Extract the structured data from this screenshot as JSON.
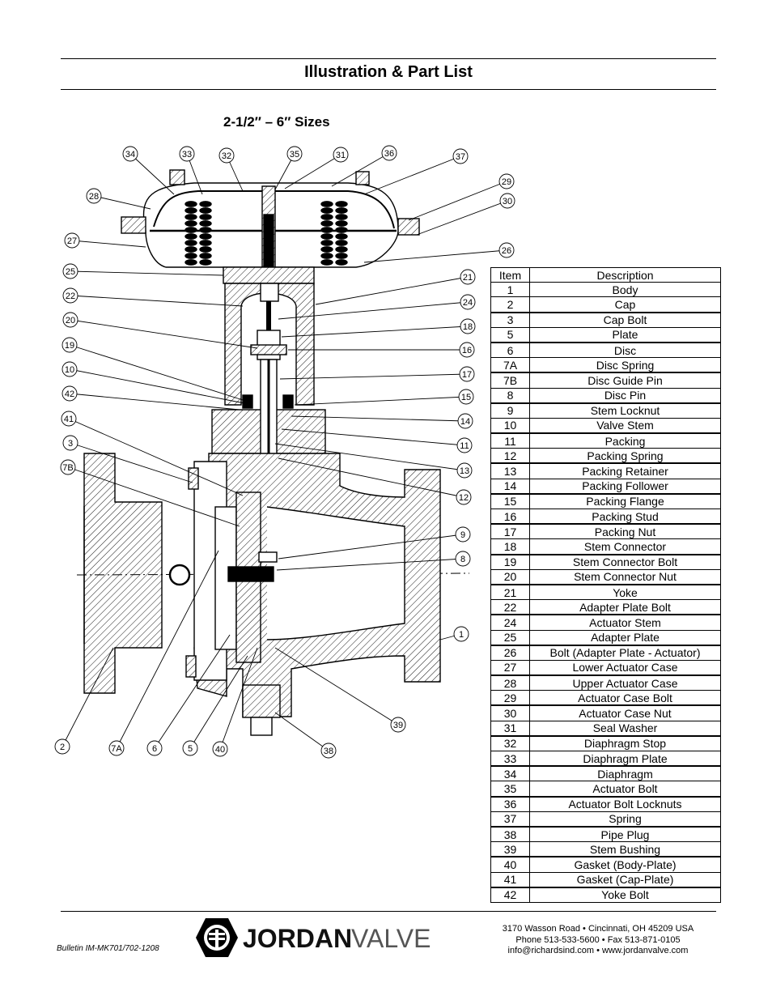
{
  "header": {
    "title": "Illustration & Part List"
  },
  "subtitle": "2-1/2″ – 6″ Sizes",
  "diagram": {
    "callouts": [
      "34",
      "33",
      "32",
      "35",
      "31",
      "36",
      "37",
      "28",
      "29",
      "30",
      "27",
      "26",
      "25",
      "21",
      "22",
      "24",
      "20",
      "18",
      "19",
      "16",
      "10",
      "17",
      "42",
      "15",
      "14",
      "41",
      "11",
      "3",
      "13",
      "7B",
      "12",
      "9",
      "8",
      "1",
      "39",
      "2",
      "7A",
      "6",
      "5",
      "40",
      "38"
    ]
  },
  "parts_table": {
    "headers": [
      "Item",
      "Description"
    ],
    "rows": [
      {
        "item": "1",
        "desc": "Body"
      },
      {
        "item": "2",
        "desc": "Cap"
      },
      {
        "item": "3",
        "desc": "Cap Bolt"
      },
      {
        "item": "5",
        "desc": "Plate"
      },
      {
        "item": "6",
        "desc": "Disc"
      },
      {
        "item": "7A",
        "desc": "Disc Spring"
      },
      {
        "item": "7B",
        "desc": "Disc Guide Pin"
      },
      {
        "item": "8",
        "desc": "Disc Pin"
      },
      {
        "item": "9",
        "desc": "Stem Locknut"
      },
      {
        "item": "10",
        "desc": "Valve Stem"
      },
      {
        "item": "11",
        "desc": "Packing"
      },
      {
        "item": "12",
        "desc": "Packing Spring"
      },
      {
        "item": "13",
        "desc": "Packing Retainer"
      },
      {
        "item": "14",
        "desc": "Packing Follower"
      },
      {
        "item": "15",
        "desc": "Packing Flange"
      },
      {
        "item": "16",
        "desc": "Packing Stud"
      },
      {
        "item": "17",
        "desc": "Packing Nut"
      },
      {
        "item": "18",
        "desc": "Stem Connector"
      },
      {
        "item": "19",
        "desc": "Stem Connector Bolt"
      },
      {
        "item": "20",
        "desc": "Stem Connector Nut"
      },
      {
        "item": "21",
        "desc": "Yoke"
      },
      {
        "item": "22",
        "desc": "Adapter Plate Bolt"
      },
      {
        "item": "24",
        "desc": "Actuator Stem"
      },
      {
        "item": "25",
        "desc": "Adapter Plate"
      },
      {
        "item": "26",
        "desc": "Bolt (Adapter Plate - Actuator)"
      },
      {
        "item": "27",
        "desc": "Lower Actuator Case"
      },
      {
        "item": "28",
        "desc": "Upper Actuator Case"
      },
      {
        "item": "29",
        "desc": "Actuator Case Bolt"
      },
      {
        "item": "30",
        "desc": "Actuator Case Nut"
      },
      {
        "item": "31",
        "desc": "Seal Washer"
      },
      {
        "item": "32",
        "desc": "Diaphragm Stop"
      },
      {
        "item": "33",
        "desc": "Diaphragm Plate"
      },
      {
        "item": "34",
        "desc": "Diaphragm"
      },
      {
        "item": "35",
        "desc": "Actuator Bolt"
      },
      {
        "item": "36",
        "desc": "Actuator Bolt Locknuts"
      },
      {
        "item": "37",
        "desc": "Spring"
      },
      {
        "item": "38",
        "desc": "Pipe Plug"
      },
      {
        "item": "39",
        "desc": "Stem Bushing"
      },
      {
        "item": "40",
        "desc": "Gasket (Body-Plate)"
      },
      {
        "item": "41",
        "desc": "Gasket (Cap-Plate)"
      },
      {
        "item": "42",
        "desc": "Yoke Bolt"
      }
    ]
  },
  "footer": {
    "bulletin": "Bulletin IM-MK701/702-1208",
    "logo": {
      "word1": "JORDAN",
      "word2": "VALVE",
      "icon": "jordan-logo-icon"
    },
    "address_lines": [
      "3170 Wasson Road  •  Cincinnati, OH  45209  USA",
      "Phone 513-533-5600  •  Fax 513-871-0105",
      "info@richardsind.com  •  www.jordanvalve.com"
    ]
  }
}
